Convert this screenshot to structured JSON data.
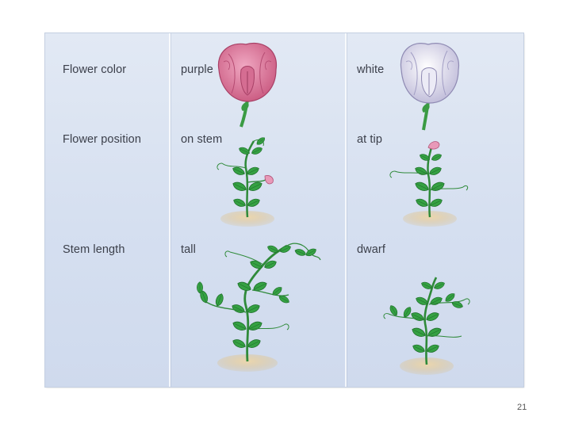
{
  "rows": [
    {
      "trait": "Flower color",
      "dominant": "purple",
      "recessive": "white"
    },
    {
      "trait": "Flower position",
      "dominant": "on stem",
      "recessive": "at tip"
    },
    {
      "trait": "Stem length",
      "dominant": "tall",
      "recessive": "dwarf"
    }
  ],
  "page_number": "21",
  "colors": {
    "panel": "#d9e2f1",
    "purple_flower": "#e07fa0",
    "white_flower": "#e6e4f2",
    "leaf": "#2f9a3e",
    "soil": "#e8d2a8"
  }
}
